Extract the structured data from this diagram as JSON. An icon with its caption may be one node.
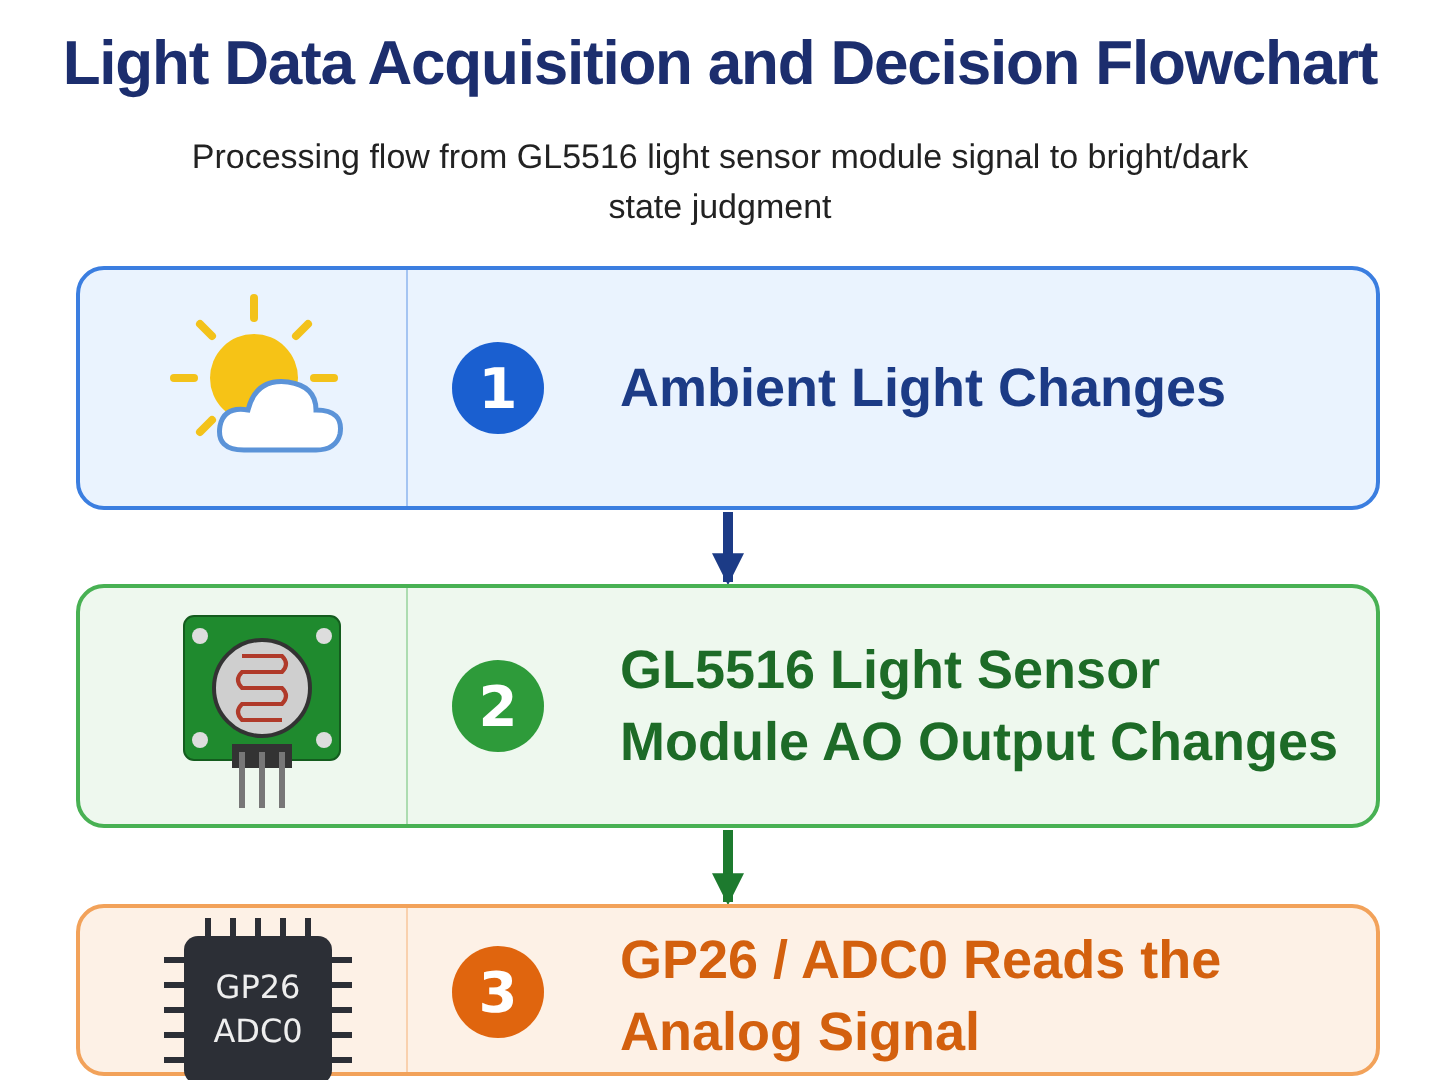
{
  "diagram": {
    "title": "Light Data Acquisition and Decision Flowchart",
    "caption": "Processing flow from GL5516 light sensor module signal to bright/dark state judgment",
    "nodes": [
      {
        "text": [
          "1",
          "Ambient Light Changes"
        ]
      },
      {
        "text": [
          "2",
          "GL5516 Light Sensor Module AO Output Changes"
        ]
      },
      {
        "text": [
          "3",
          "GP26 / ADC0 Reads the Analog Signal"
        ]
      },
      {
        "text": [
          "GP26 ADC0"
        ],
        "in": 2
      }
    ],
    "edges": [
      {
        "from": 0,
        "to": 1,
        "arrow": "to",
        "color": "#1c3b86"
      },
      {
        "from": 1,
        "to": 2,
        "arrow": "to",
        "color": "#1d7a2e"
      }
    ]
  }
}
